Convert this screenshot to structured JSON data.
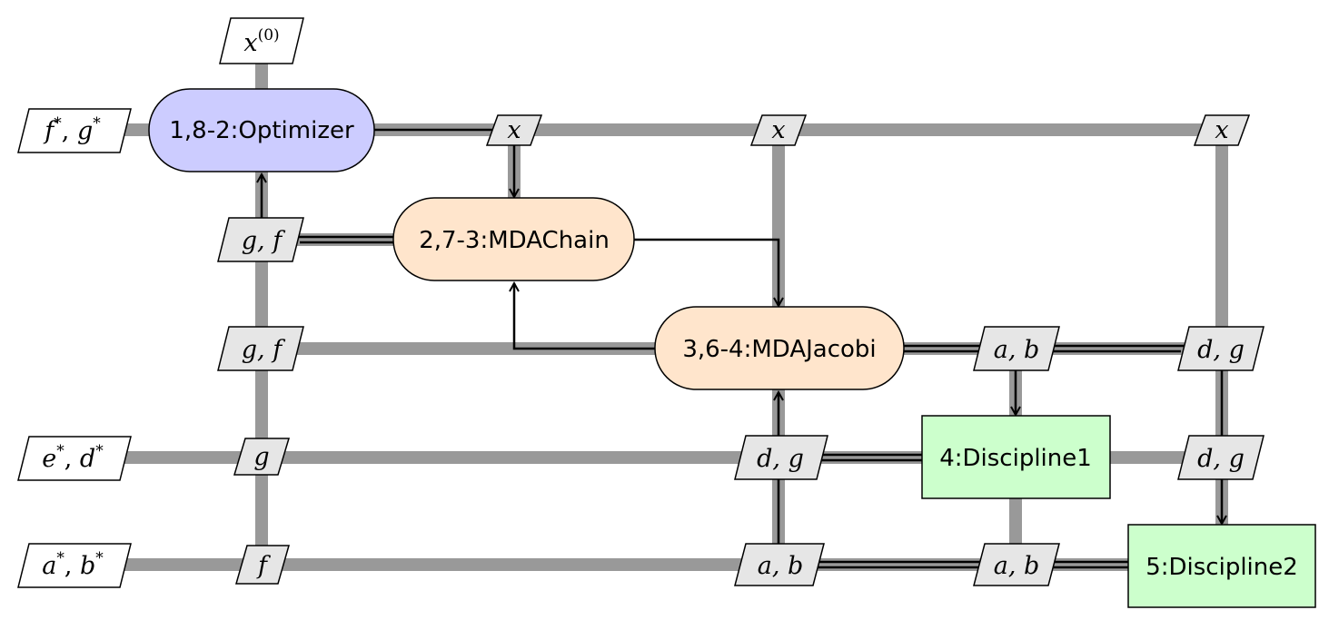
{
  "nodes": {
    "optimizer": {
      "label": "1,8-2:Optimizer",
      "color": "#ccccff"
    },
    "mda_chain": {
      "label": "2,7-3:MDAChain",
      "color": "#ffe5cc"
    },
    "mda_jacobi": {
      "label": "3,6-4:MDAJacobi",
      "color": "#ffe5cc"
    },
    "discipline1": {
      "label": "4:Discipline1",
      "color": "#ccffcc"
    },
    "discipline2": {
      "label": "5:Discipline2",
      "color": "#ccffcc"
    }
  },
  "external_inputs": {
    "x0": {
      "base": "x",
      "sup": "(0)"
    }
  },
  "external_outputs": {
    "opt": {
      "a": "f",
      "a_sup": "*",
      "sep": ", ",
      "b": "g",
      "b_sup": "*"
    },
    "d1": {
      "a": "e",
      "a_sup": "*",
      "sep": ", ",
      "b": "d",
      "b_sup": "*"
    },
    "d2": {
      "a": "a",
      "a_sup": "*",
      "sep": ", ",
      "b": "b",
      "b_sup": "*"
    }
  },
  "data_blocks": {
    "x_chain": "x",
    "x_jacobi": "x",
    "x_disc2": "x",
    "gf_chain": "g, f",
    "gf_jacobi": "g, f",
    "g_d1": "g",
    "f_d2": "f",
    "ab_jacobi_out": "a, b",
    "dg_jacobi_out": "d, g",
    "dg_d1_to_jacobi": "d, g",
    "dg_d1_to_d2": "d, g",
    "ab_d2_to_jacobi": "a, b",
    "ab_d2_to_d1": "a, b"
  }
}
